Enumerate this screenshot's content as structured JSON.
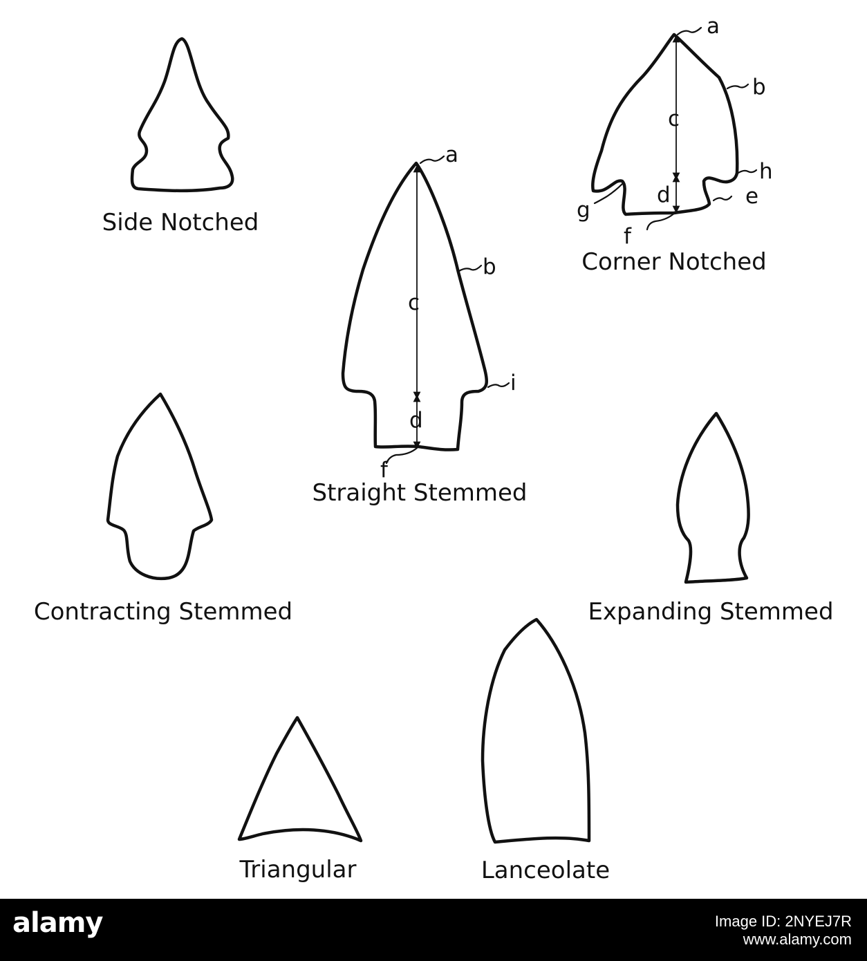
{
  "figure": {
    "labels": {
      "side_notched": "Side Notched",
      "corner_notched": "Corner Notched",
      "straight_stemmed": "Straight Stemmed",
      "contracting_stemmed": "Contracting Stemmed",
      "expanding_stemmed": "Expanding Stemmed",
      "triangular": "Triangular",
      "lanceolate": "Lanceolate"
    },
    "letters": {
      "a": "a",
      "b": "b",
      "c": "c",
      "d": "d",
      "e": "e",
      "f": "f",
      "g": "g",
      "h": "h",
      "i": "i"
    }
  },
  "footer": {
    "logo": "alamy",
    "image_id": "Image ID: 2NYEJ7R",
    "site": "www.alamy.com"
  },
  "colors": {
    "ink": "#111111",
    "background": "#ffffff",
    "footer_bg": "#000000",
    "footer_text": "#ffffff"
  }
}
